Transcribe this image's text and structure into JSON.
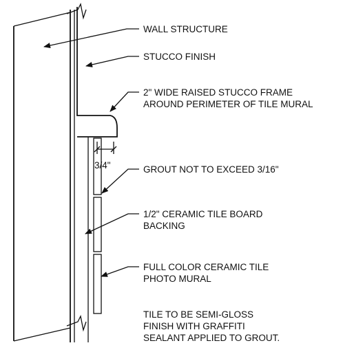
{
  "colors": {
    "ink": "#111111",
    "paper": "#ffffff"
  },
  "labels": {
    "wall_structure": "WALL STRUCTURE",
    "stucco_finish": "STUCCO FINISH",
    "raised_frame": [
      "2\" WIDE RAISED STUCCO FRAME",
      "AROUND PERIMETER OF TILE MURAL"
    ],
    "dimension": "3/4\"",
    "grout": "GROUT NOT TO EXCEED 3/16\"",
    "tile_board": [
      "1/2\" CERAMIC TILE BOARD",
      "BACKING"
    ],
    "photo_mural": [
      "FULL COLOR CERAMIC TILE",
      "PHOTO MURAL"
    ],
    "note": [
      "TILE TO BE SEMI-GLOSS",
      "FINISH WITH GRAFFITI",
      "SEALANT APPLIED TO GROUT."
    ]
  }
}
